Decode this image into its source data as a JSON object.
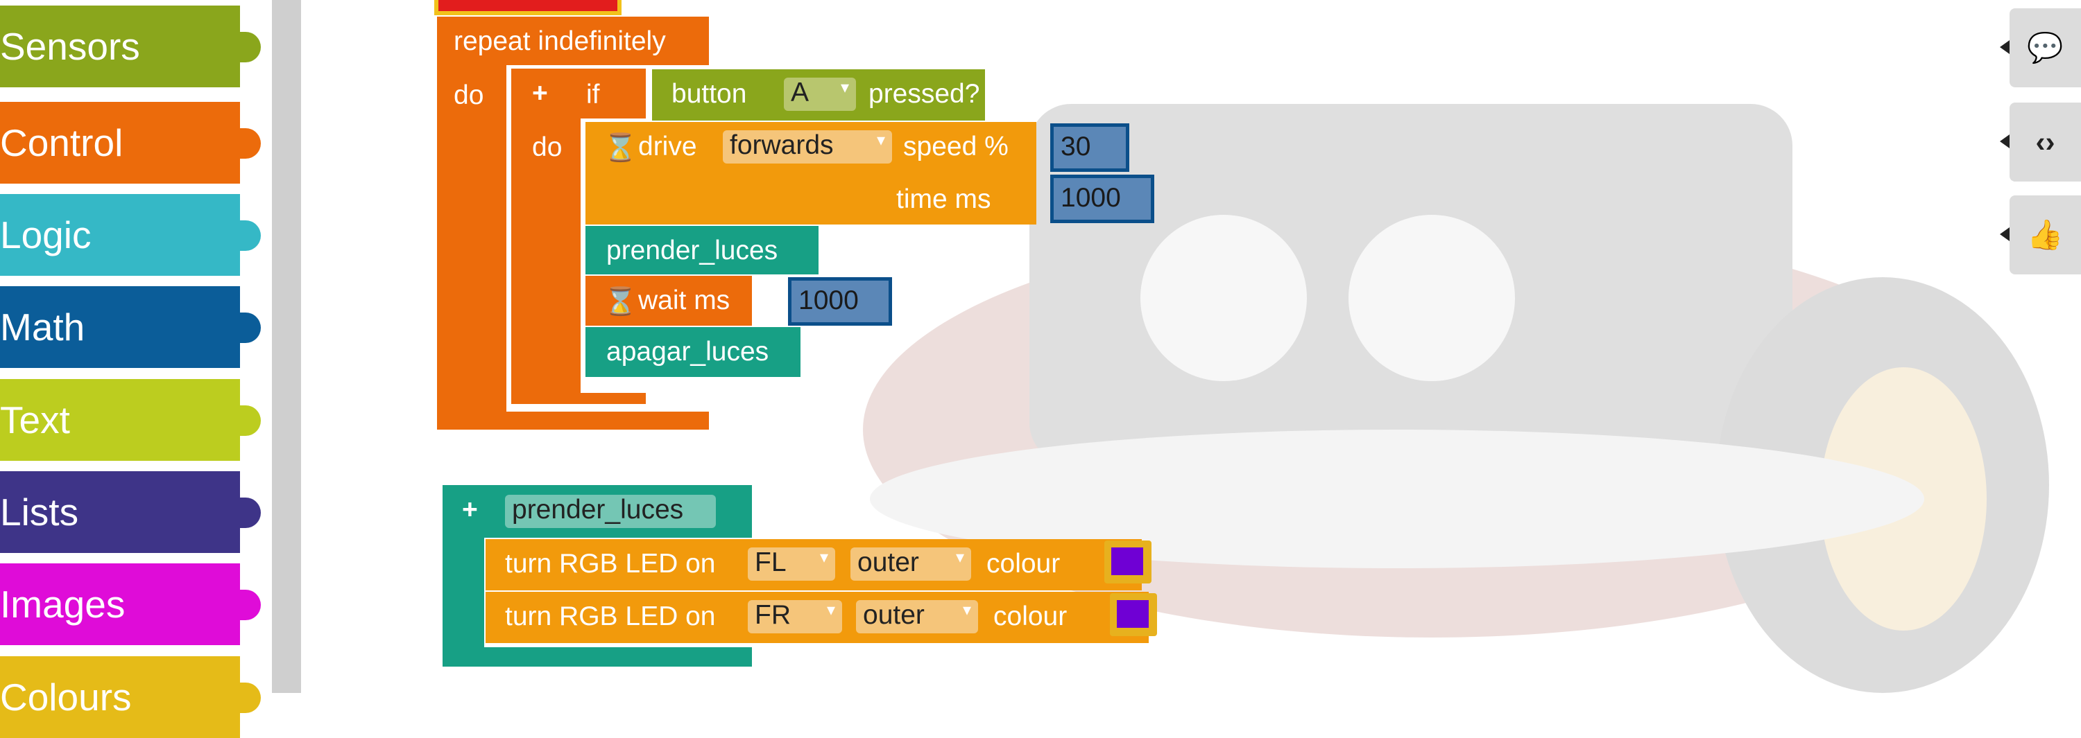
{
  "toolbox": {
    "categories": [
      {
        "label": "Sensors",
        "color": "#8aa61c"
      },
      {
        "label": "Control",
        "color": "#ec6b0b"
      },
      {
        "label": "Logic",
        "color": "#35b8c6"
      },
      {
        "label": "Math",
        "color": "#0b5d99"
      },
      {
        "label": "Text",
        "color": "#bccd1f"
      },
      {
        "label": "Lists",
        "color": "#3e3488"
      },
      {
        "label": "Images",
        "color": "#df0cd8"
      },
      {
        "label": "Colours",
        "color": "#e5bb18"
      }
    ]
  },
  "program": {
    "loop_label": "repeat indefinitely",
    "do_label": "do",
    "if_label": "if",
    "sensor_block": {
      "prefix": "button",
      "button": "A",
      "suffix": "pressed?"
    },
    "drive_block": {
      "label": "drive",
      "direction": "forwards",
      "speed_label": "speed %",
      "speed_value": "30",
      "time_label": "time ms",
      "time_value": "1000"
    },
    "call_1": "prender_luces",
    "wait_block": {
      "label": "wait ms",
      "value": "1000"
    },
    "call_2": "apagar_luces"
  },
  "function_def": {
    "name": "prender_luces",
    "led_1": {
      "prefix": "turn RGB LED on",
      "position": "FL",
      "ring": "outer",
      "suffix": "colour",
      "color": "#6f00d4"
    },
    "led_2": {
      "prefix": "turn RGB LED on",
      "position": "FR",
      "ring": "outer",
      "suffix": "colour",
      "color": "#6f00d4"
    }
  },
  "side_tools": [
    {
      "name": "comment-icon",
      "glyph": "💬"
    },
    {
      "name": "code-icon",
      "glyph": "‹›"
    },
    {
      "name": "feedback-icon",
      "glyph": "👍"
    }
  ],
  "colors": {
    "control": "#ec6b0b",
    "drive": "#f29a0c",
    "function": "#17a085",
    "sensor": "#8aa61c"
  }
}
